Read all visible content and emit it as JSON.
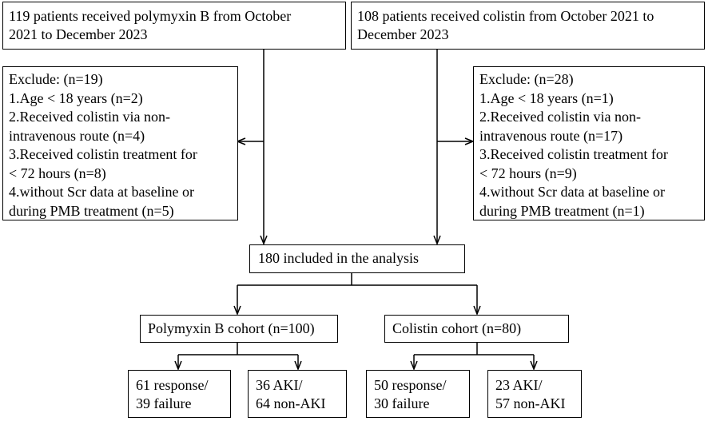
{
  "top_left": {
    "lines": [
      "119 patients received polymyxin B from October",
      "2021 to December 2023"
    ]
  },
  "top_right": {
    "lines": [
      "108 patients received colistin from October 2021 to",
      "December 2023"
    ]
  },
  "exclude_left": {
    "lines": [
      "Exclude: (n=19)",
      "1.Age < 18 years (n=2)",
      "2.Received colistin via non-",
      "intravenous route (n=4)",
      "3.Received colistin treatment for",
      "< 72 hours (n=8)",
      "4.without Scr data at baseline or",
      "during PMB treatment (n=5)"
    ]
  },
  "exclude_right": {
    "lines": [
      "Exclude: (n=28)",
      "1.Age < 18 years (n=1)",
      "2.Received colistin via non-",
      "intravenous route (n=17)",
      "3.Received colistin treatment for",
      "< 72 hours (n=9)",
      "4.without Scr data at baseline or",
      "during PMB treatment (n=1)"
    ]
  },
  "included": {
    "label": "180 included in the analysis"
  },
  "cohort_left": {
    "label": "Polymyxin B cohort (n=100)"
  },
  "cohort_right": {
    "label": "Colistin cohort (n=80)"
  },
  "outcome_pmb_response": {
    "lines": [
      "61 response/",
      "39 failure"
    ]
  },
  "outcome_pmb_aki": {
    "lines": [
      "36 AKI/",
      "64 non-AKI"
    ]
  },
  "outcome_col_response": {
    "lines": [
      "50 response/",
      "30 failure"
    ]
  },
  "outcome_col_aki": {
    "lines": [
      "23 AKI/",
      "57 non-AKI"
    ]
  }
}
